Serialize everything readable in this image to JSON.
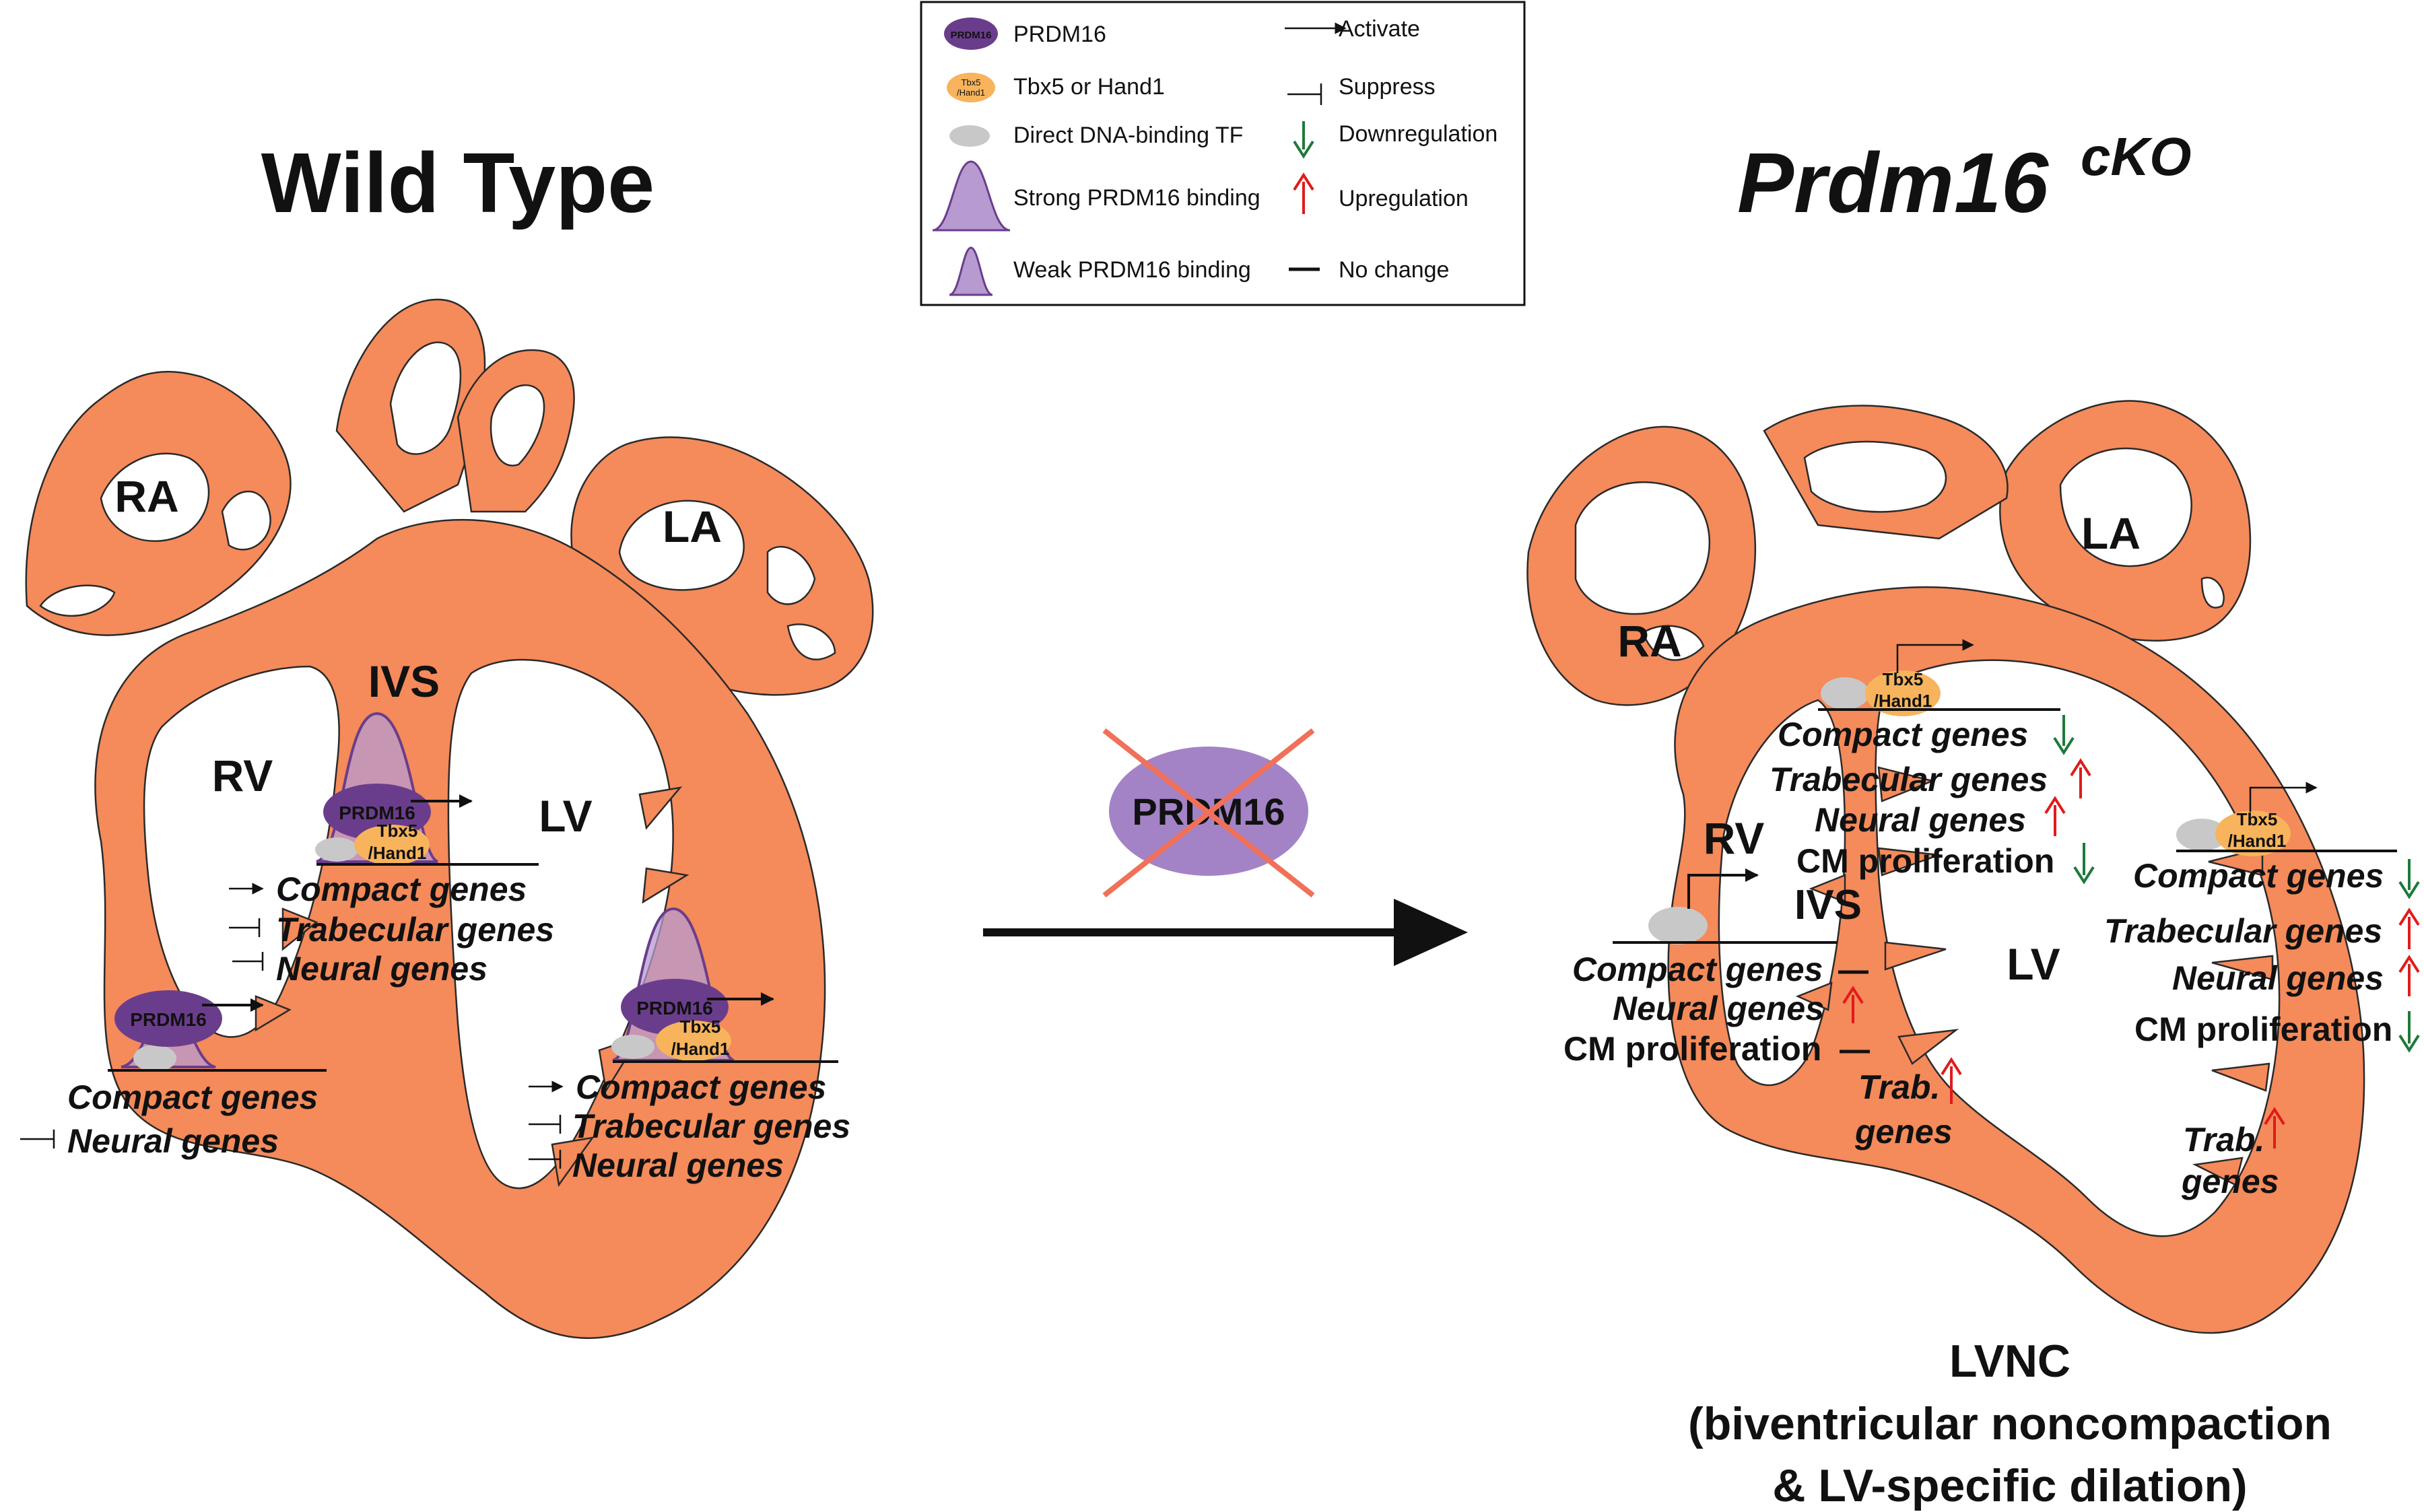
{
  "titles": {
    "wild_type": "Wild Type",
    "cko_main": "Prdm16",
    "cko_sup": "cKO"
  },
  "legend": {
    "prdm16": "PRDM16",
    "tbx5_hand1": "Tbx5 or Hand1",
    "direct_tf": "Direct DNA-binding TF",
    "strong_binding": "Strong PRDM16 binding",
    "weak_binding": "Weak PRDM16 binding",
    "activate": "Activate",
    "suppress": "Suppress",
    "down": "Downregulation",
    "up": "Upregulation",
    "nochange": "No change",
    "prdm16_icon": "PRDM16",
    "tbx5_icon_1": "Tbx5",
    "tbx5_icon_2": "/Hand1"
  },
  "chambers": {
    "ra": "RA",
    "la": "LA",
    "rv": "RV",
    "lv": "LV",
    "ivs": "IVS"
  },
  "genes": {
    "compact": "Compact genes",
    "trabecular": "Trabecular genes",
    "neural": "Neural genes",
    "cm_prolif": "CM proliferation",
    "trab_1": "Trab.",
    "trab_2": "genes"
  },
  "factors": {
    "prdm16": "PRDM16",
    "tbx5": "Tbx5",
    "hand1": "/Hand1"
  },
  "center": {
    "knockout": "PRDM16"
  },
  "outcome": {
    "line1": "LVNC",
    "line2": "(biventricular noncompaction",
    "line3": "& LV-specific dilation)"
  },
  "colors": {
    "heart": "#F58A5A",
    "prdm16": "#6A3D8C",
    "tbx5": "#F7B45C",
    "dna_tf": "#C8C8C8",
    "binding": "#B79AD0",
    "ivs": "#FFE11A",
    "up": "#E01B1B",
    "down": "#1E7A3A",
    "ko_ellipse": "#A383C6",
    "ko_cross": "#F0705A"
  }
}
